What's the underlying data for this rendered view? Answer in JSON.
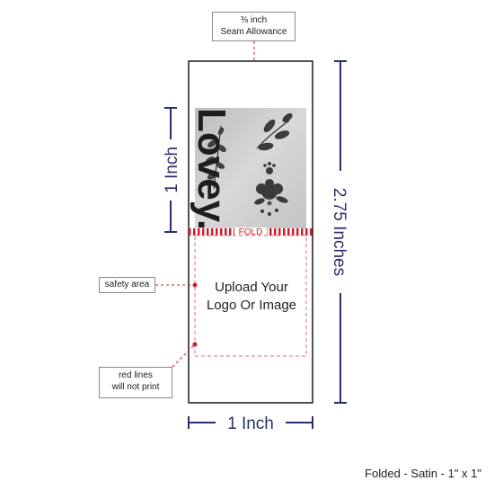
{
  "seam_allowance": {
    "line1": "⅜ inch",
    "line2": "Seam Allowance"
  },
  "dimensions": {
    "height_label": "2.75 Inches",
    "top_height_label": "1 Inch",
    "width_label": "1 Inch"
  },
  "fold_label": "FOLD",
  "logo_text": "Lovey.",
  "upload": {
    "line1": "Upload Your",
    "line2": "Logo Or Image"
  },
  "callouts": {
    "safety_area": "safety area",
    "red_lines_1": "red lines",
    "red_lines_2": "will not print"
  },
  "footer": "Folded - Satin - 1\" x 1\"",
  "colors": {
    "navy": "#27306a",
    "red": "#c8202f",
    "outline": "#1a1a1a",
    "gray": "#8a8a8a"
  }
}
